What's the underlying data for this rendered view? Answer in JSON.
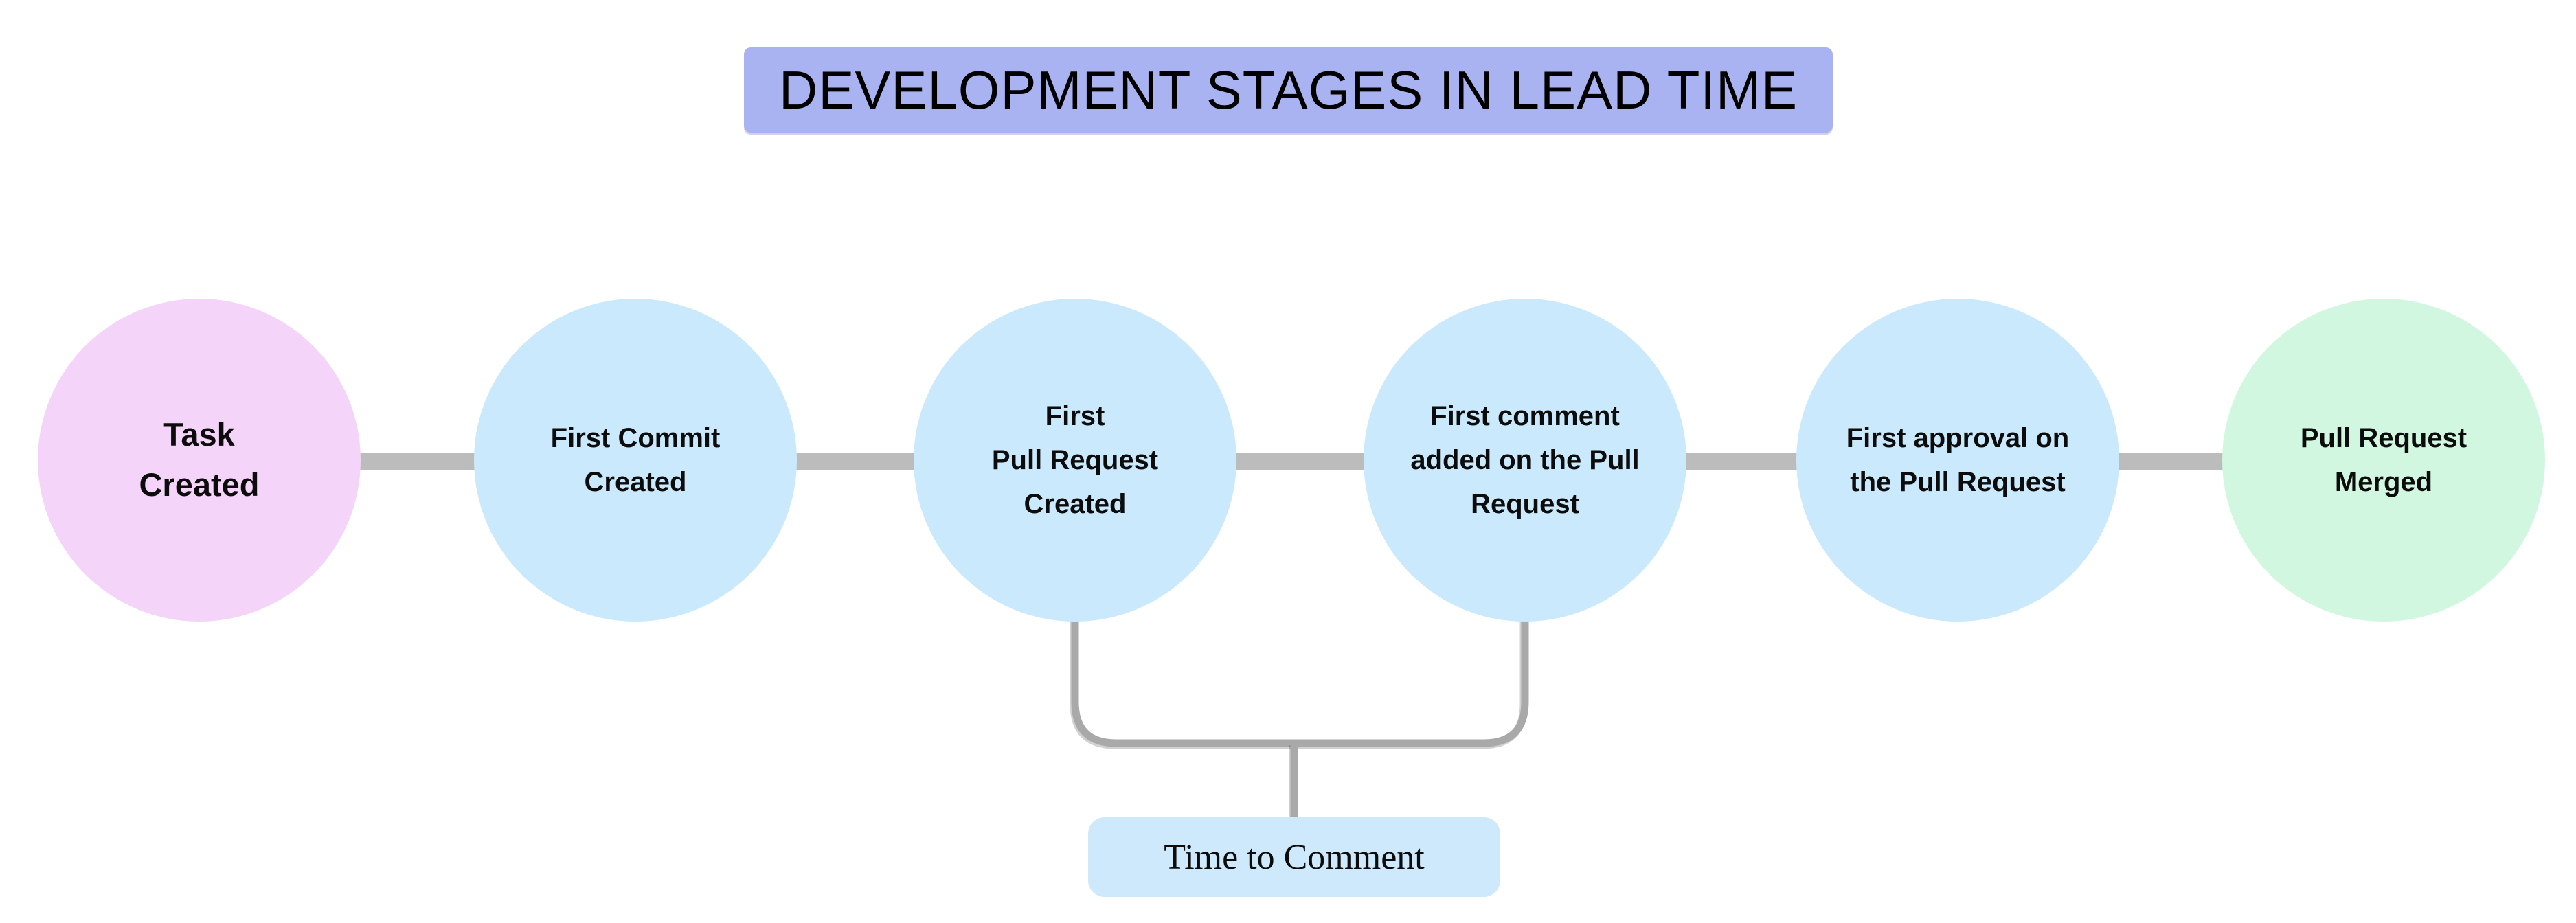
{
  "title": {
    "label": "DEVELOPMENT STAGES IN LEAD TIME",
    "bg_color": "#aab3f1"
  },
  "stages": [
    {
      "label": "Task\nCreated",
      "fill": "#f5d4f9",
      "role": "start"
    },
    {
      "label": "First Commit\nCreated",
      "fill": "#cbe9fc",
      "role": "middle"
    },
    {
      "label": "First\nPull Request\nCreated",
      "fill": "#cbe9fc",
      "role": "middle"
    },
    {
      "label": "First comment\nadded on the Pull\nRequest",
      "fill": "#cbe9fc",
      "role": "middle"
    },
    {
      "label": "First approval on\nthe Pull Request",
      "fill": "#cbe9fc",
      "role": "middle"
    },
    {
      "label": "Pull Request\nMerged",
      "fill": "#d2f7e0",
      "role": "end"
    }
  ],
  "annotation": {
    "label": "Time to Comment",
    "bg_color": "#cde9fb",
    "connects": [
      "First Pull Request Created",
      "First comment added on the Pull Request"
    ]
  },
  "colors": {
    "connector": "#bcbcbc",
    "bracket": "#a9a9a9",
    "text": "#0c0c0c",
    "background": "#ffffff"
  }
}
